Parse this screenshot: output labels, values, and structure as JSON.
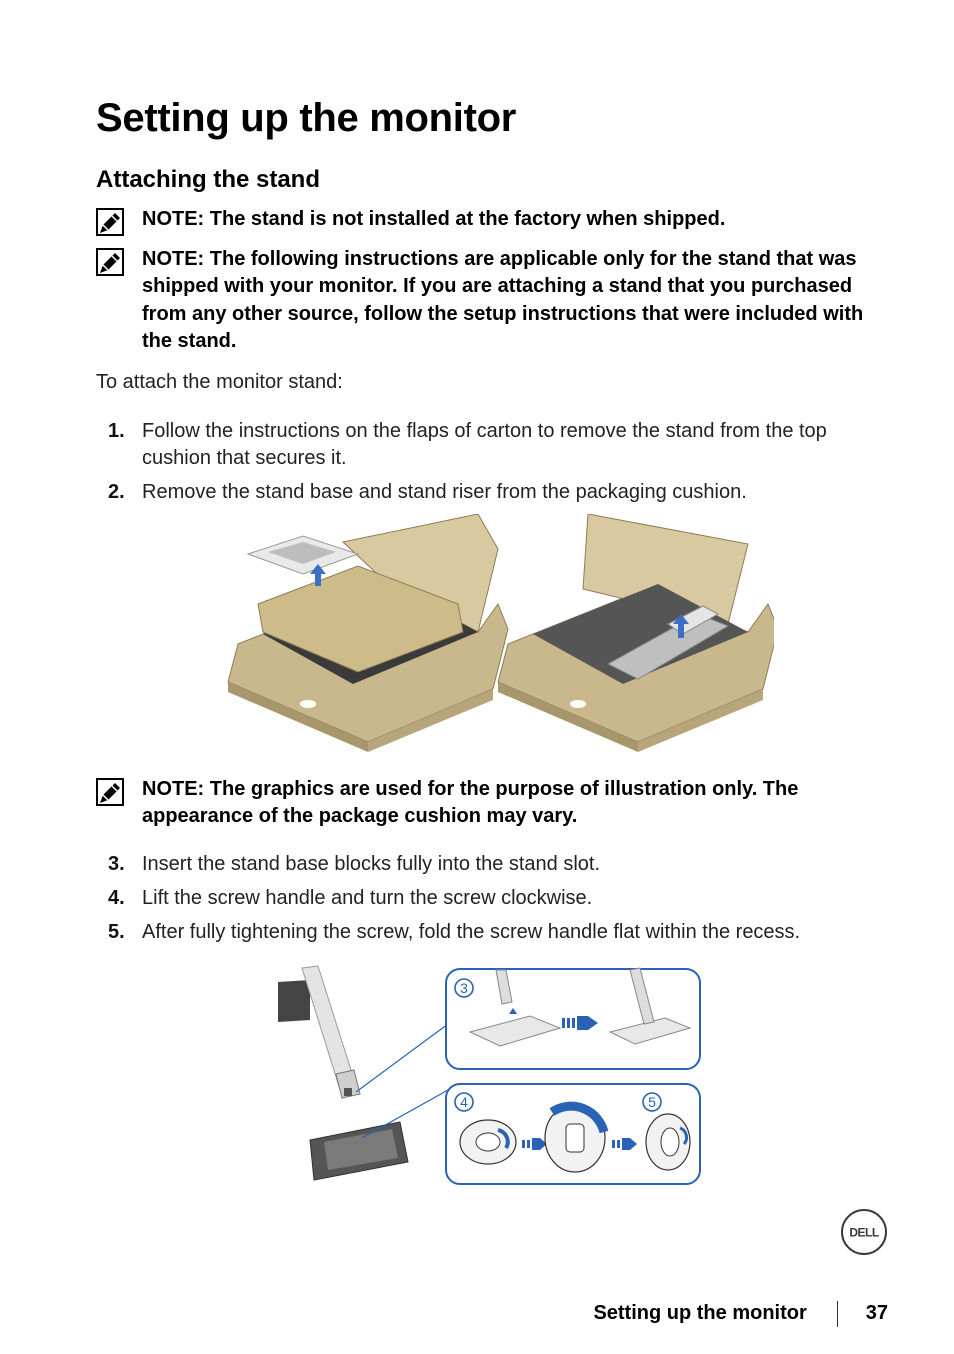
{
  "page": {
    "title": "Setting up the monitor",
    "section": "Attaching the stand",
    "notes": [
      "NOTE: The stand is not installed at the factory when shipped.",
      "NOTE: The following instructions are applicable only for the stand that was shipped with your monitor. If you are attaching a stand that you purchased from any other source, follow the setup instructions that were included with the stand.",
      "NOTE: The graphics are used for the purpose of illustration only. The appearance of the package cushion may vary."
    ],
    "intro": "To attach the monitor stand:",
    "steps": [
      {
        "num": "1.",
        "text": "Follow the instructions on the flaps of carton to remove the stand from the top cushion that secures it."
      },
      {
        "num": "2.",
        "text": "Remove the stand base and stand riser from the packaging cushion."
      },
      {
        "num": "3.",
        "text": "Insert the stand base blocks fully into the stand slot."
      },
      {
        "num": "4.",
        "text": "Lift the screw handle and turn the screw clockwise."
      },
      {
        "num": "5.",
        "text": "After fully tightening the screw, fold the screw handle flat within the recess."
      }
    ],
    "figure2_callouts": [
      "3",
      "4",
      "5"
    ],
    "logo_text": "DELL",
    "footer": {
      "title": "Setting up the monitor",
      "page_number": "37"
    }
  },
  "colors": {
    "callout_blue": "#2a63b5",
    "box_tan": "#c9b88c",
    "box_tan_dark": "#a8976a"
  },
  "icons": [
    "note-pencil-icon",
    "arrow-up-icon",
    "arrow-right-icon",
    "rotate-clockwise-icon"
  ]
}
